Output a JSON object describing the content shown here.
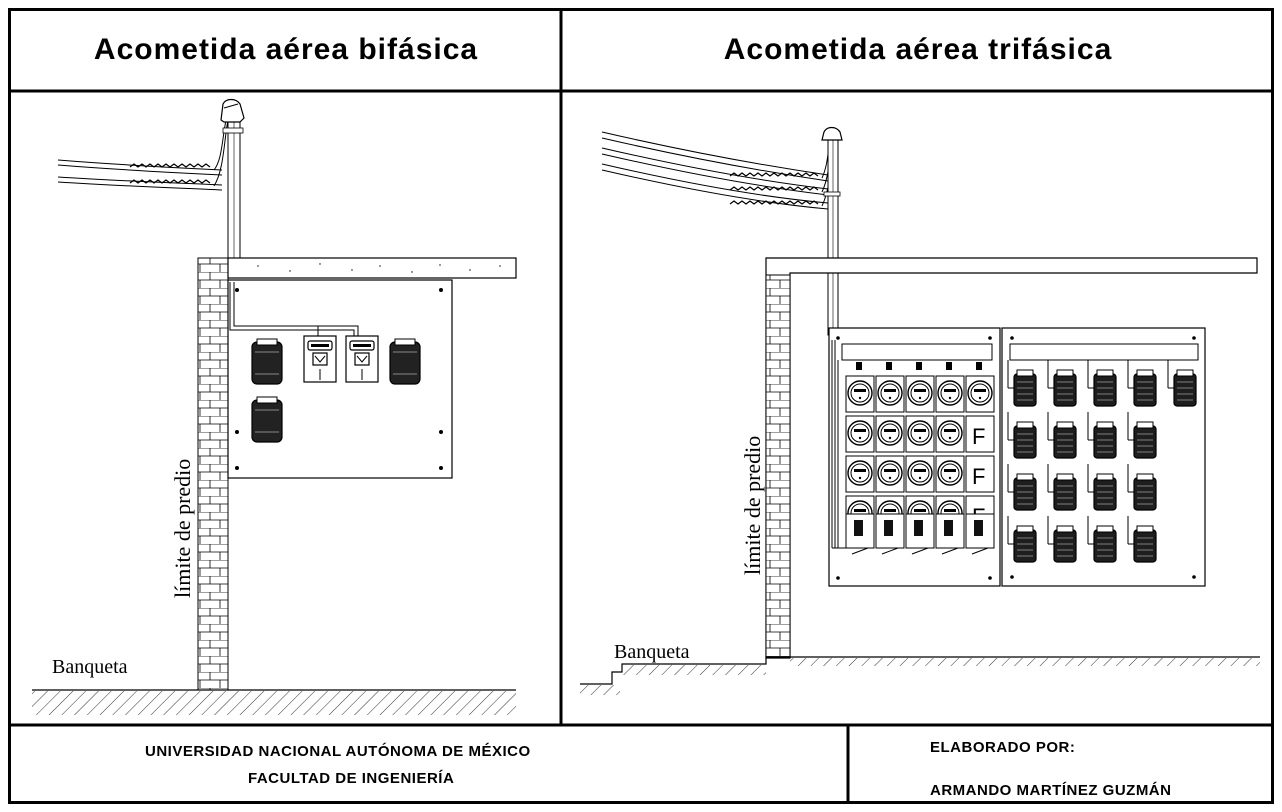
{
  "panels": {
    "left_title": "Acometida aérea bifásica",
    "right_title": "Acometida aérea trifásica"
  },
  "labels": {
    "property_limit": "límite de predio",
    "sidewalk": "Banqueta",
    "fuse_mark": "F"
  },
  "footer": {
    "university": "UNIVERSIDAD NACIONAL AUTÓNOMA DE MÉXICO",
    "faculty": "FACULTAD DE INGENIERÍA",
    "made_by_label": "ELABORADO POR:",
    "author": "ARMANDO MARTÍNEZ GUZMÁN"
  }
}
